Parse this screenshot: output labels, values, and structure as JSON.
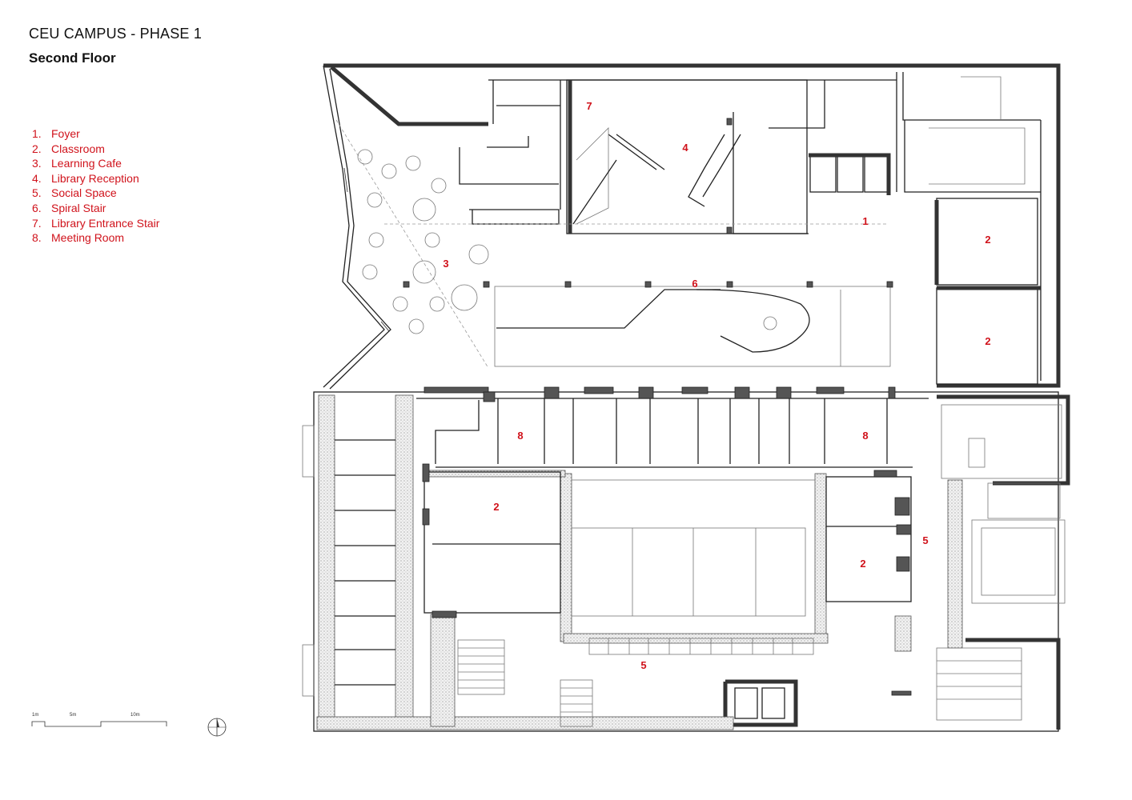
{
  "header": {
    "title": "CEU CAMPUS - PHASE 1",
    "subtitle": "Second Floor"
  },
  "legend": [
    {
      "num": "1.",
      "label": "Foyer"
    },
    {
      "num": "2.",
      "label": "Classroom"
    },
    {
      "num": "3.",
      "label": "Learning Cafe"
    },
    {
      "num": "4.",
      "label": "Library Reception"
    },
    {
      "num": "5.",
      "label": "Social Space"
    },
    {
      "num": "6.",
      "label": "Spiral Stair"
    },
    {
      "num": "7.",
      "label": "Library Entrance Stair"
    },
    {
      "num": "8.",
      "label": "Meeting Room"
    }
  ],
  "scale_bar": {
    "marks": [
      "1m",
      "5m",
      "10m"
    ]
  },
  "room_labels": {
    "foyer": "1",
    "classroom_east_upper": "2",
    "classroom_east_lower": "2",
    "classroom_west": "2",
    "classroom_center_right": "2",
    "learning_cafe": "3",
    "library_reception": "4",
    "social_space_south": "5",
    "social_space_east": "5",
    "spiral_stair": "6",
    "library_entrance_stair": "7",
    "meeting_room_west": "8",
    "meeting_room_east": "8"
  },
  "colors": {
    "label_red": "#d0121b",
    "wall": "#333333"
  },
  "icons": {
    "north": "north-arrow-icon"
  }
}
